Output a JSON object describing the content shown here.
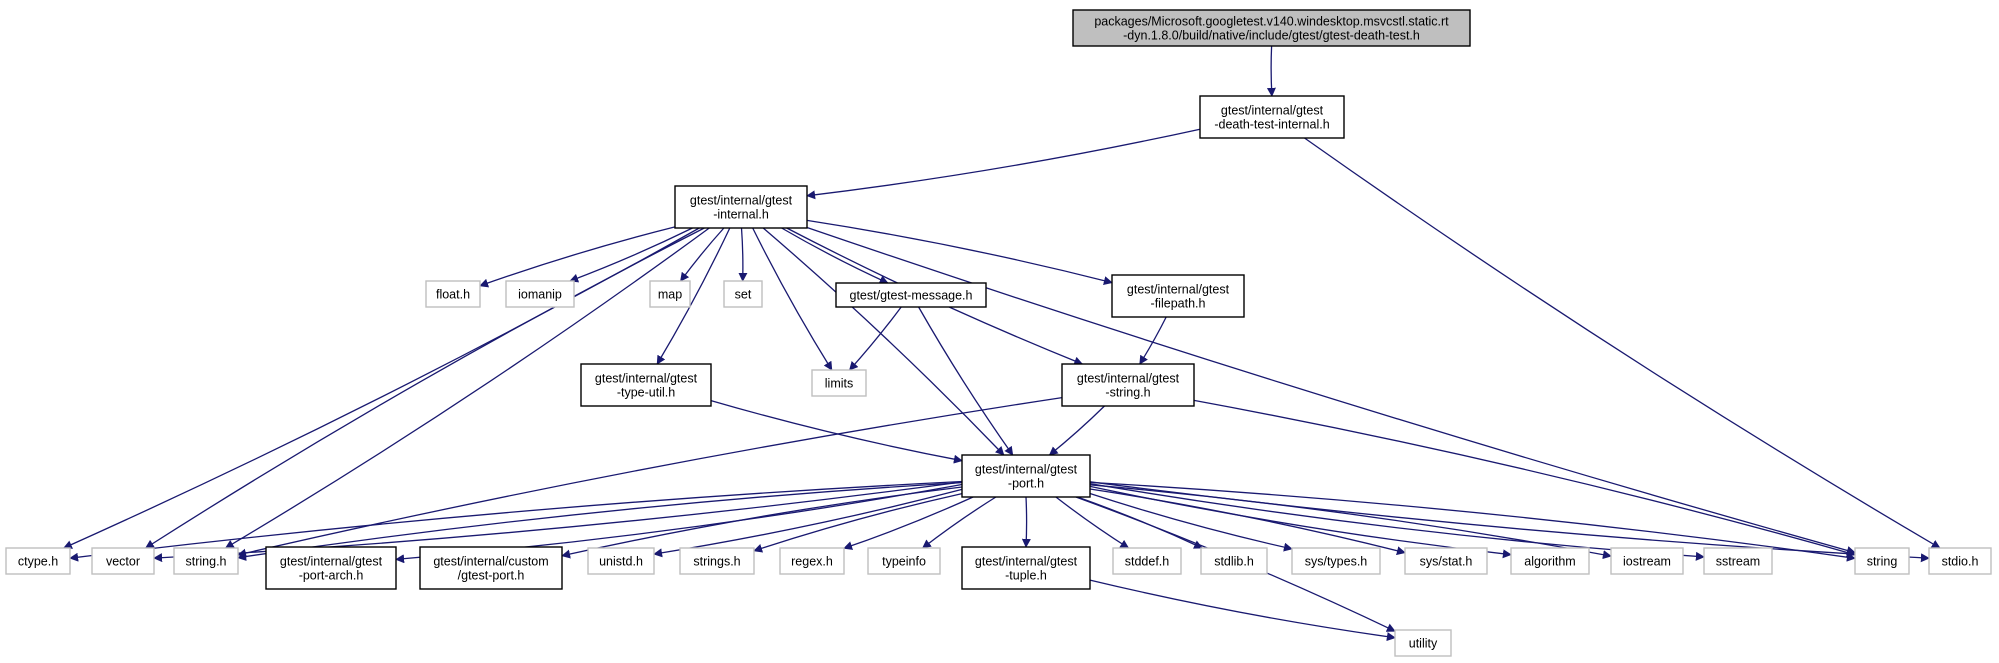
{
  "title": "",
  "colors": {
    "edge": "#191970",
    "header_border": "#000000",
    "system_border": "#bfbfbf",
    "root_fill": "#bfbfbf"
  },
  "nodes": {
    "root": {
      "lines": [
        "packages/Microsoft.googletest.v140.windesktop.msvcstl.static.rt",
        "-dyn.1.8.0/build/native/include/gtest/gtest-death-test.h"
      ],
      "kind": "root"
    },
    "death_internal": {
      "lines": [
        "gtest/internal/gtest",
        "-death-test-internal.h"
      ],
      "kind": "header"
    },
    "internal": {
      "lines": [
        "gtest/internal/gtest",
        "-internal.h"
      ],
      "kind": "header"
    },
    "message": {
      "lines": [
        "gtest/gtest-message.h"
      ],
      "kind": "header"
    },
    "filepath": {
      "lines": [
        "gtest/internal/gtest",
        "-filepath.h"
      ],
      "kind": "header"
    },
    "type_util": {
      "lines": [
        "gtest/internal/gtest",
        "-type-util.h"
      ],
      "kind": "header"
    },
    "string_h_int": {
      "lines": [
        "gtest/internal/gtest",
        "-string.h"
      ],
      "kind": "header"
    },
    "port": {
      "lines": [
        "gtest/internal/gtest",
        "-port.h"
      ],
      "kind": "header"
    },
    "port_arch": {
      "lines": [
        "gtest/internal/gtest",
        "-port-arch.h"
      ],
      "kind": "header"
    },
    "custom_port": {
      "lines": [
        "gtest/internal/custom",
        "/gtest-port.h"
      ],
      "kind": "header"
    },
    "tuple": {
      "lines": [
        "gtest/internal/gtest",
        "-tuple.h"
      ],
      "kind": "header"
    },
    "float_h": {
      "lines": [
        "float.h"
      ],
      "kind": "system"
    },
    "iomanip": {
      "lines": [
        "iomanip"
      ],
      "kind": "system"
    },
    "map": {
      "lines": [
        "map"
      ],
      "kind": "system"
    },
    "set": {
      "lines": [
        "set"
      ],
      "kind": "system"
    },
    "limits": {
      "lines": [
        "limits"
      ],
      "kind": "system"
    },
    "ctype_h": {
      "lines": [
        "ctype.h"
      ],
      "kind": "system"
    },
    "vector": {
      "lines": [
        "vector"
      ],
      "kind": "system"
    },
    "string_dot_h": {
      "lines": [
        "string.h"
      ],
      "kind": "system"
    },
    "unistd_h": {
      "lines": [
        "unistd.h"
      ],
      "kind": "system"
    },
    "strings_h": {
      "lines": [
        "strings.h"
      ],
      "kind": "system"
    },
    "regex_h": {
      "lines": [
        "regex.h"
      ],
      "kind": "system"
    },
    "typeinfo": {
      "lines": [
        "typeinfo"
      ],
      "kind": "system"
    },
    "stddef_h": {
      "lines": [
        "stddef.h"
      ],
      "kind": "system"
    },
    "stdlib_h": {
      "lines": [
        "stdlib.h"
      ],
      "kind": "system"
    },
    "sys_types_h": {
      "lines": [
        "sys/types.h"
      ],
      "kind": "system"
    },
    "sys_stat_h": {
      "lines": [
        "sys/stat.h"
      ],
      "kind": "system"
    },
    "algorithm": {
      "lines": [
        "algorithm"
      ],
      "kind": "system"
    },
    "iostream": {
      "lines": [
        "iostream"
      ],
      "kind": "system"
    },
    "sstream": {
      "lines": [
        "sstream"
      ],
      "kind": "system"
    },
    "string": {
      "lines": [
        "string"
      ],
      "kind": "system"
    },
    "stdio_h": {
      "lines": [
        "stdio.h"
      ],
      "kind": "system"
    },
    "utility": {
      "lines": [
        "utility"
      ],
      "kind": "system"
    }
  },
  "edges": [
    [
      "root",
      "death_internal"
    ],
    [
      "death_internal",
      "internal"
    ],
    [
      "death_internal",
      "stdio_h"
    ],
    [
      "internal",
      "ctype_h"
    ],
    [
      "internal",
      "vector"
    ],
    [
      "internal",
      "string_dot_h"
    ],
    [
      "internal",
      "float_h"
    ],
    [
      "internal",
      "iomanip"
    ],
    [
      "internal",
      "map"
    ],
    [
      "internal",
      "set"
    ],
    [
      "internal",
      "limits"
    ],
    [
      "internal",
      "type_util"
    ],
    [
      "internal",
      "message"
    ],
    [
      "internal",
      "filepath"
    ],
    [
      "internal",
      "string_h_int"
    ],
    [
      "internal",
      "port"
    ],
    [
      "internal",
      "string"
    ],
    [
      "message",
      "limits"
    ],
    [
      "message",
      "port"
    ],
    [
      "filepath",
      "string_h_int"
    ],
    [
      "type_util",
      "port"
    ],
    [
      "string_h_int",
      "port"
    ],
    [
      "string_h_int",
      "string_dot_h"
    ],
    [
      "string_h_int",
      "string"
    ],
    [
      "port",
      "ctype_h"
    ],
    [
      "port",
      "vector"
    ],
    [
      "port",
      "string_dot_h"
    ],
    [
      "port",
      "port_arch"
    ],
    [
      "port",
      "custom_port"
    ],
    [
      "port",
      "unistd_h"
    ],
    [
      "port",
      "strings_h"
    ],
    [
      "port",
      "regex_h"
    ],
    [
      "port",
      "typeinfo"
    ],
    [
      "port",
      "tuple"
    ],
    [
      "port",
      "stddef_h"
    ],
    [
      "port",
      "stdlib_h"
    ],
    [
      "port",
      "sys_types_h"
    ],
    [
      "port",
      "sys_stat_h"
    ],
    [
      "port",
      "algorithm"
    ],
    [
      "port",
      "iostream"
    ],
    [
      "port",
      "sstream"
    ],
    [
      "port",
      "string"
    ],
    [
      "port",
      "stdio_h"
    ],
    [
      "port",
      "utility"
    ],
    [
      "tuple",
      "utility"
    ]
  ]
}
